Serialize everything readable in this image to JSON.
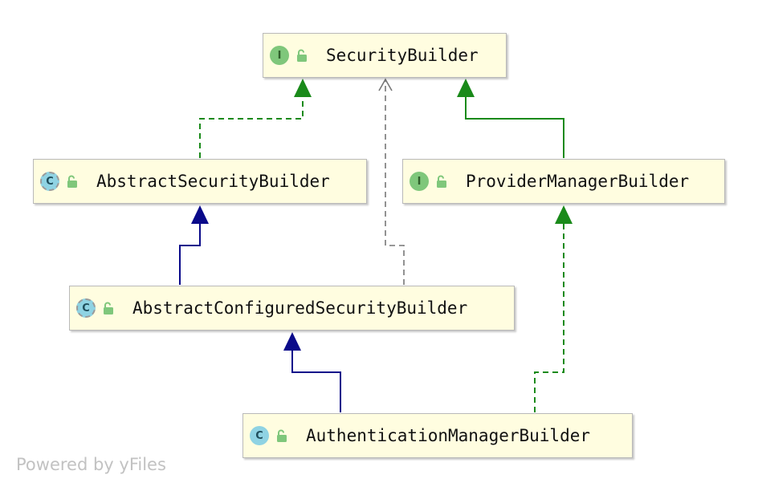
{
  "nodes": {
    "security_builder": {
      "kind": "I",
      "name": "SecurityBuilder"
    },
    "abstract_security_builder": {
      "kind": "C",
      "name": "AbstractSecurityBuilder"
    },
    "provider_manager_builder": {
      "kind": "I",
      "name": "ProviderManagerBuilder"
    },
    "abstract_configured_security_builder": {
      "kind": "C",
      "name": "AbstractConfiguredSecurityBuilder"
    },
    "authentication_manager_builder": {
      "kind": "C",
      "name": "AuthenticationManagerBuilder"
    }
  },
  "watermark": "Powered by yFiles",
  "colors": {
    "node_fill": "#fffde0",
    "implements": "#1a8a1a",
    "extends": "#0a0a8a",
    "dependency": "#777777",
    "interface_badge": "#7fc77b",
    "class_badge": "#8fd3e3"
  }
}
